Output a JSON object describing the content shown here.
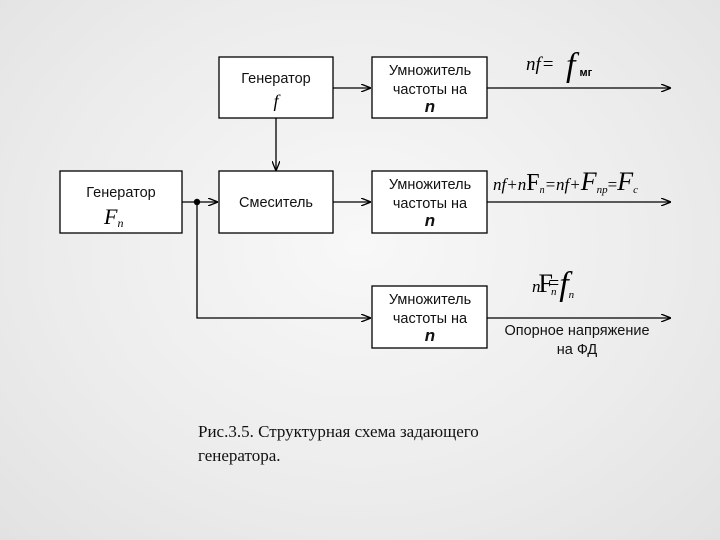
{
  "blocks": {
    "generator_f": {
      "title": "Генератор",
      "symbol": "f"
    },
    "generator_Fn": {
      "title": "Генератор",
      "symbol": "F",
      "subscript": "п"
    },
    "mixer": {
      "title": "Смеситель"
    },
    "multiplier_top": {
      "line1": "Умножитель",
      "line2": "частоты на",
      "factor": "n"
    },
    "multiplier_mid": {
      "line1": "Умножитель",
      "line2": "частоты на",
      "factor": "n"
    },
    "multiplier_bot": {
      "line1": "Умножитель",
      "line2": "частоты на",
      "factor": "n"
    }
  },
  "outputs": {
    "top": {
      "lhs": "nf",
      "eq": "=",
      "f": "f",
      "sub": "мг"
    },
    "mid": {
      "part1": "nf+n",
      "F1": "F",
      "sub1": "п",
      "part2": "=nf+",
      "F2": "F",
      "sub2": "пр",
      "eq": "=",
      "F3": "F",
      "sub3": "с"
    },
    "bot": {
      "n": "n",
      "F": "F",
      "sub1": "п",
      "eq": "=",
      "f": "f",
      "sub2": "п",
      "label_line1": "Опорное напряжение",
      "label_line2": "на ФД"
    }
  },
  "caption": {
    "line1": "Рис.3.5. Структурная схема задающего",
    "line2": "генератора."
  }
}
